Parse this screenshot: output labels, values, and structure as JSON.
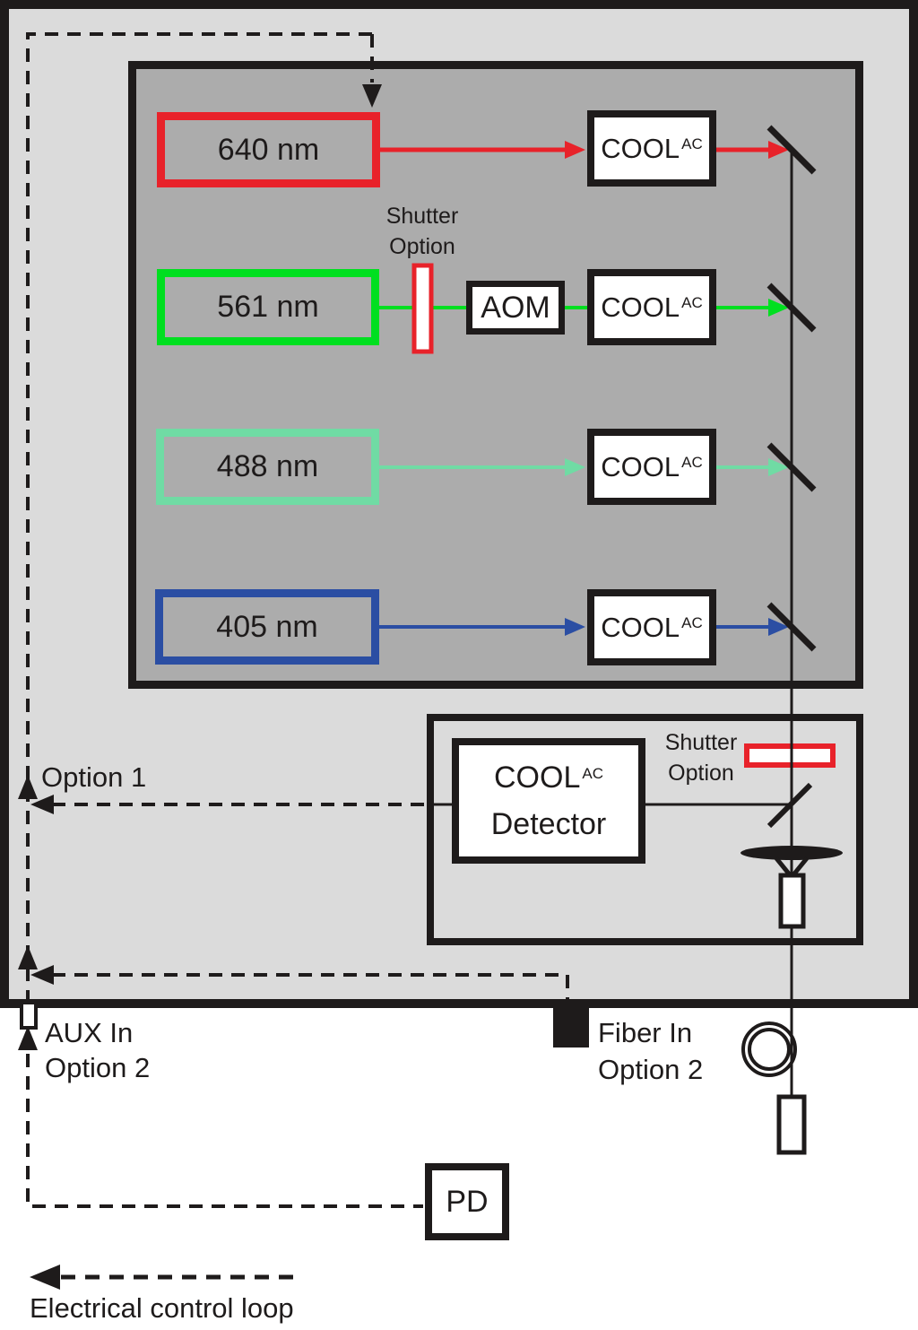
{
  "lasers": [
    {
      "label": "640 nm",
      "color": "#E8222A"
    },
    {
      "label": "561 nm",
      "color": "#00DF20"
    },
    {
      "label": "488 nm",
      "color": "#70DBA4"
    },
    {
      "label": "405 nm",
      "color": "#2B4EA3"
    }
  ],
  "modules": {
    "cool_name": "COOL",
    "cool_sup": "AC",
    "aom": "AOM",
    "detector_line2": "Detector",
    "pd": "PD"
  },
  "shutter": {
    "line1": "Shutter",
    "line2": "Option"
  },
  "ports": {
    "option1": "Option 1",
    "aux_in": "AUX In",
    "aux_in_option": "Option 2",
    "fiber_in": "Fiber In",
    "fiber_in_option": "Option 2"
  },
  "legend": {
    "electrical": "Electrical control loop"
  },
  "colors": {
    "beam_red": "#E8222A",
    "beam_green": "#00DF20",
    "beam_mint": "#70DBA4",
    "beam_blue": "#2B4EA3",
    "outline_black": "#1E1B1B",
    "enclosure_fill": "#DBDBDB",
    "laser_bay_fill": "#ACACAC"
  }
}
